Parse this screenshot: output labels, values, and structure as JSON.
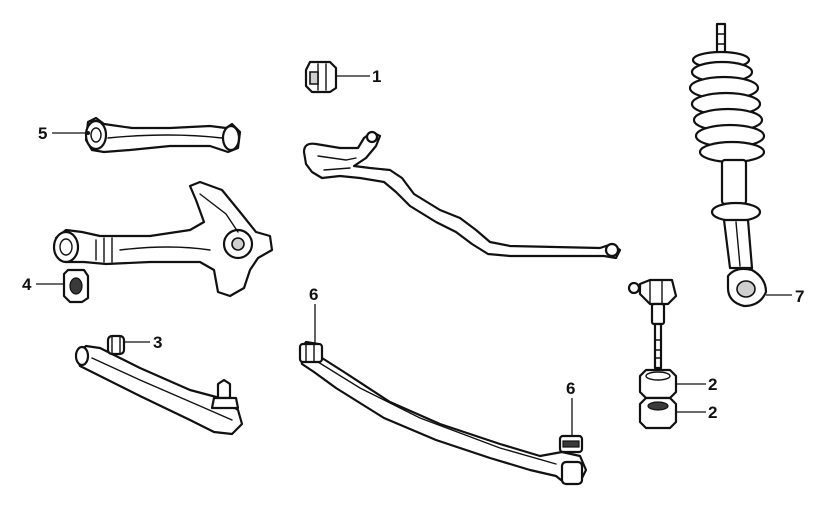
{
  "callouts": {
    "c1": "1",
    "c2a": "2",
    "c2b": "2",
    "c3": "3",
    "c4": "4",
    "c5": "5",
    "c6a": "6",
    "c6b": "6",
    "c7": "7"
  },
  "colors": {
    "line": "#111111",
    "shade": "#cfcfcf",
    "background": "#ffffff"
  }
}
